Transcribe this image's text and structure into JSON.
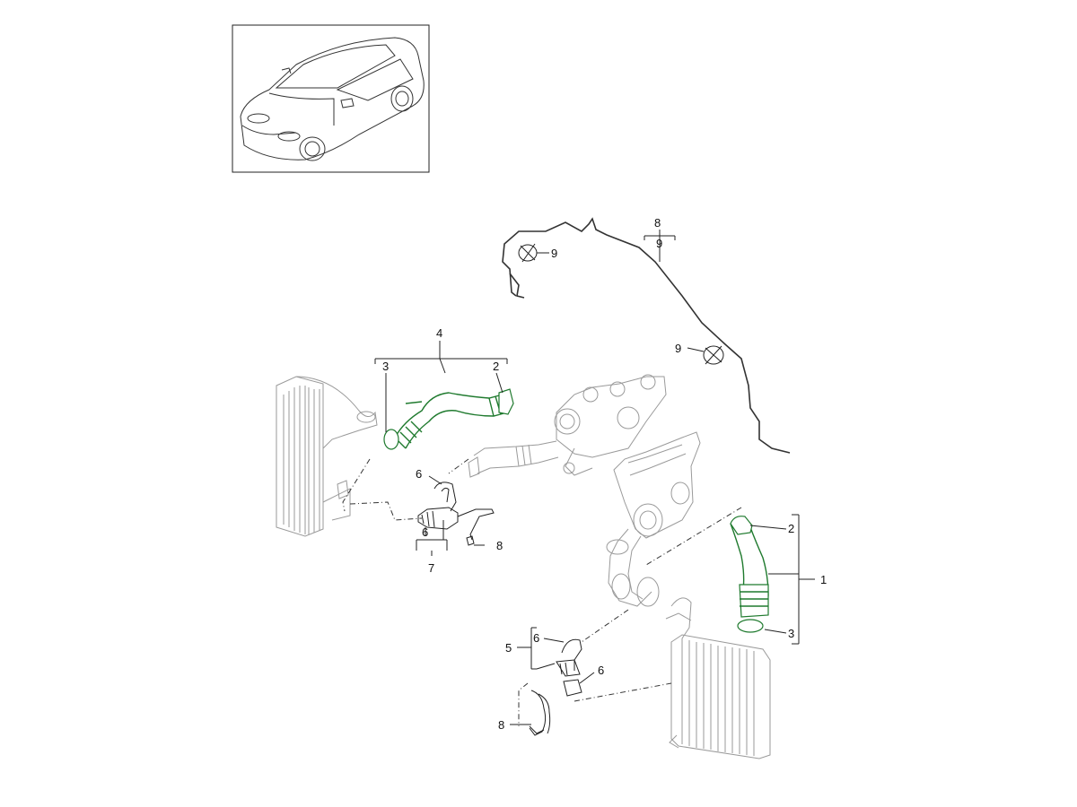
{
  "callouts": {
    "top_8": "8",
    "top_9_bracket": "9",
    "top_9_left": "9",
    "top_9_right": "9",
    "left_4": "4",
    "left_3": "3",
    "left_2": "2",
    "left_6_upper": "6",
    "left_6_lower": "6",
    "left_8": "8",
    "left_7": "7",
    "right_2": "2",
    "right_1": "1",
    "right_3": "3",
    "bottom_5": "5",
    "bottom_6_upper": "6",
    "bottom_6_lower": "6",
    "bottom_8": "8"
  },
  "colors": {
    "highlight": "#1f7a2e",
    "line": "#222222",
    "ghost": "#9a9a9a"
  }
}
